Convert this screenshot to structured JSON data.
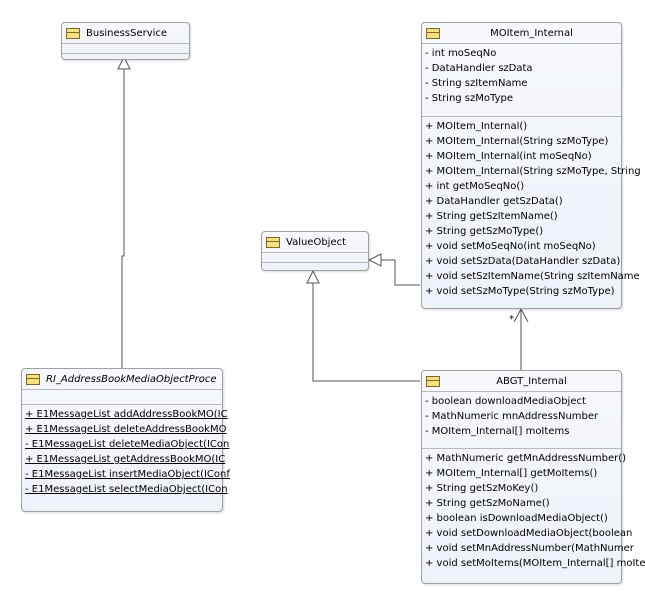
{
  "classes": {
    "business_service": {
      "name": "BusinessService",
      "attributes": [],
      "operations": []
    },
    "value_object": {
      "name": "ValueObject",
      "attributes": [],
      "operations": []
    },
    "moitem_internal": {
      "name": "MOItem_Internal",
      "attributes": [
        "- int moSeqNo",
        "- DataHandler szData",
        "- String szItemName",
        "- String szMoType"
      ],
      "operations": [
        "+ MOItem_Internal()",
        "+ MOItem_Internal(String szMoType)",
        "+ MOItem_Internal(int moSeqNo)",
        "+ MOItem_Internal(String szMoType, String",
        "+ int getMoSeqNo()",
        "+ DataHandler getSzData()",
        "+ String getSzItemName()",
        "+ String getSzMoType()",
        "+ void setMoSeqNo(int moSeqNo)",
        "+ void setSzData(DataHandler szData)",
        "+ void setSzItemName(String szItemName",
        "+ void setSzMoType(String szMoType)"
      ]
    },
    "ri_address_book": {
      "name": "RI_AddressBookMediaObjectProce",
      "attributes": [],
      "operations": [
        "+ E1MessageList addAddressBookMO(IC",
        "+ E1MessageList deleteAddressBookMO",
        "- E1MessageList deleteMediaObject(ICon",
        "+ E1MessageList getAddressBookMO(IC",
        "- E1MessageList insertMediaObject(IConf",
        "- E1MessageList selectMediaObject(ICon"
      ]
    },
    "abgt_internal": {
      "name": "ABGT_Internal",
      "attributes": [
        "- boolean downloadMediaObject",
        "- MathNumeric mnAddressNumber",
        "- MOItem_Internal[] moItems"
      ],
      "operations": [
        "+ MathNumeric getMnAddressNumber()",
        "+ MOItem_Internal[] getMoItems()",
        "+ String getSzMoKey()",
        "+ String getSzMoName()",
        "+ boolean isDownloadMediaObject()",
        "+ void setDownloadMediaObject(boolean",
        "+ void setMnAddressNumber(MathNumer",
        "+ void setMoItems(MOItem_Internal[] moIte"
      ]
    }
  },
  "multiplicity_label": "*",
  "colors": {
    "class_border": "#a0a0a0",
    "class_icon": "#f7e27a",
    "line": "#555555"
  },
  "icons": {
    "class": "class-icon"
  }
}
